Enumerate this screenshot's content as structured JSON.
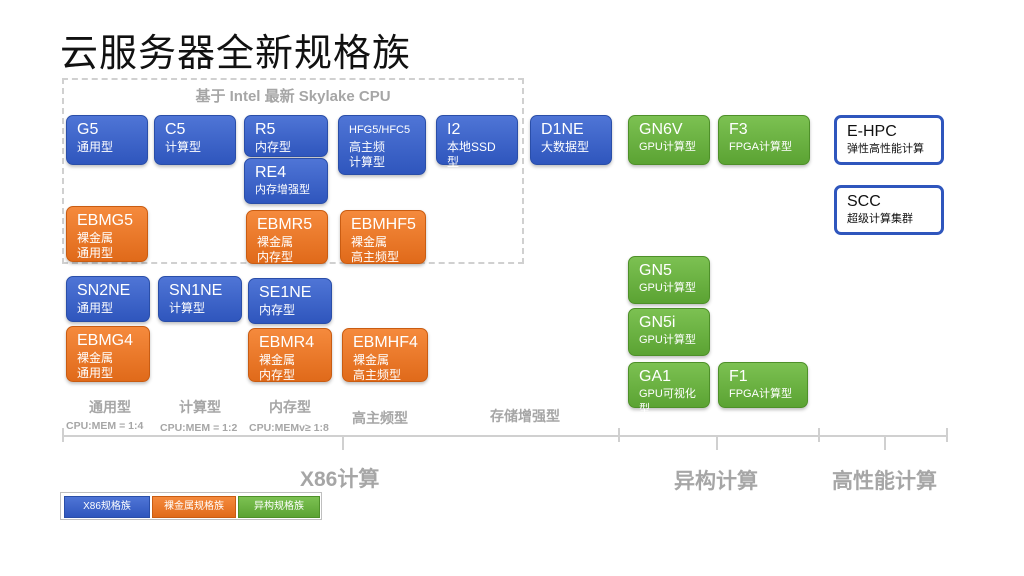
{
  "title": "云服务器全新规格族",
  "group_label": "基于 Intel 最新 Skylake CPU",
  "boxes": {
    "g5": {
      "name": "G5",
      "sub": "通用型"
    },
    "c5": {
      "name": "C5",
      "sub": "计算型"
    },
    "r5": {
      "name": "R5",
      "sub": "内存型"
    },
    "re4": {
      "name": "RE4",
      "sub": "内存增强型"
    },
    "hfg5": {
      "name": "HFG5/HFC5",
      "sub": "高主频\n计算型"
    },
    "i2": {
      "name": "I2",
      "sub": "本地SSD型"
    },
    "d1ne": {
      "name": "D1NE",
      "sub": "大数据型"
    },
    "gn6v": {
      "name": "GN6V",
      "sub": "GPU计算型"
    },
    "f3": {
      "name": "F3",
      "sub": "FPGA计算型"
    },
    "ehpc": {
      "name": "E-HPC",
      "sub": "弹性高性能计算"
    },
    "scc": {
      "name": "SCC",
      "sub": "超级计算集群"
    },
    "ebmg5": {
      "name": "EBMG5",
      "sub": "裸金属\n通用型"
    },
    "ebmr5": {
      "name": "EBMR5",
      "sub": "裸金属\n内存型"
    },
    "ebmhf5": {
      "name": "EBMHF5",
      "sub": "裸金属\n高主频型"
    },
    "sn2ne": {
      "name": "SN2NE",
      "sub": "通用型"
    },
    "sn1ne": {
      "name": "SN1NE",
      "sub": "计算型"
    },
    "se1ne": {
      "name": "SE1NE",
      "sub": "内存型"
    },
    "gn5": {
      "name": "GN5",
      "sub": "GPU计算型"
    },
    "ebmg4": {
      "name": "EBMG4",
      "sub": "裸金属\n通用型"
    },
    "ebmr4": {
      "name": "EBMR4",
      "sub": "裸金属\n内存型"
    },
    "ebmhf4": {
      "name": "EBMHF4",
      "sub": "裸金属\n高主频型"
    },
    "gn5i": {
      "name": "GN5i",
      "sub": "GPU计算型"
    },
    "ga1": {
      "name": "GA1",
      "sub": "GPU可视化型"
    },
    "f1": {
      "name": "F1",
      "sub": "FPGA计算型"
    }
  },
  "categories": {
    "general": "通用型",
    "compute": "计算型",
    "memory": "内存型",
    "high_freq": "高主频型",
    "storage": "存储增强型"
  },
  "ratios": {
    "general": "CPU:MEM = 1:4",
    "compute": "CPU:MEM = 1:2",
    "memory": "CPU:MEMv≥ 1:8"
  },
  "sections": {
    "x86": "X86计算",
    "hetero": "异构计算",
    "hpc": "高性能计算"
  },
  "legend": {
    "x86": "X86规格族",
    "baremetal": "裸金属规格族",
    "hetero": "异构规格族"
  },
  "colors": {
    "blue": "#3a60c8",
    "orange": "#ee7a2a",
    "green": "#6bb341",
    "gray_text": "#a6a6a6"
  }
}
